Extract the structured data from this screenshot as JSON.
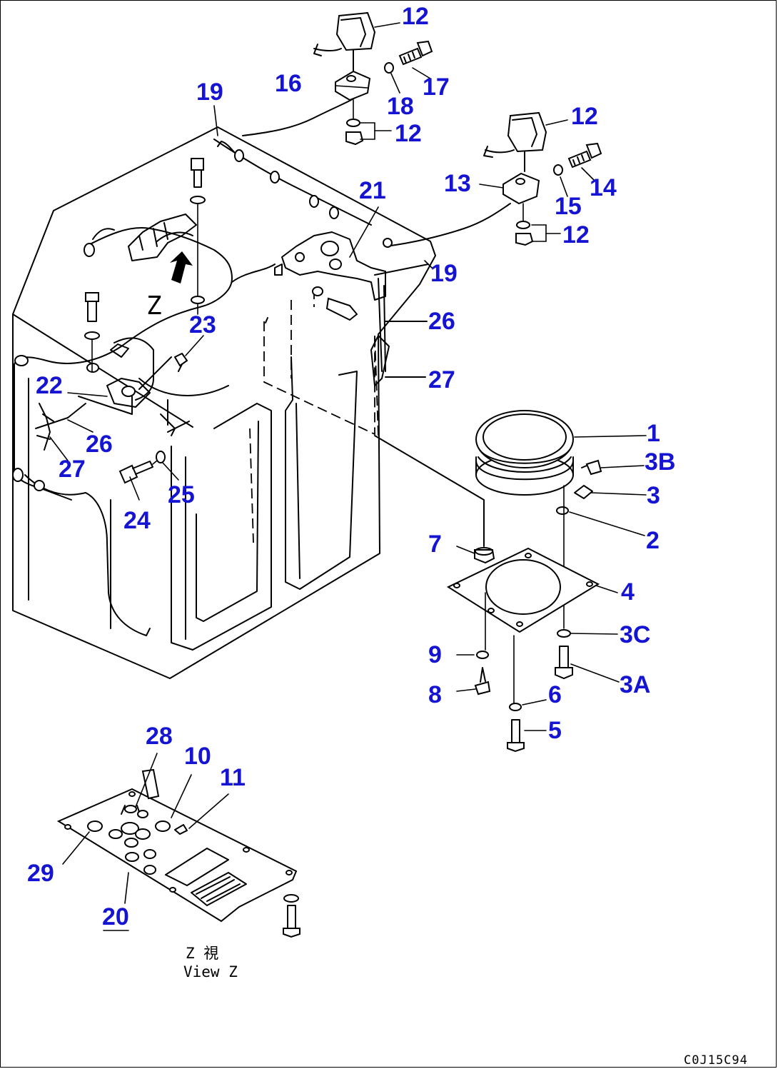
{
  "diagram": {
    "callouts": {
      "c1": "1",
      "c2": "2",
      "c3": "3",
      "c3A": "3A",
      "c3B": "3B",
      "c3C": "3C",
      "c4": "4",
      "c5": "5",
      "c6": "6",
      "c7": "7",
      "c8": "8",
      "c9": "9",
      "c10": "10",
      "c11": "11",
      "c12a": "12",
      "c12b": "12",
      "c12c": "12",
      "c12d": "12",
      "c13": "13",
      "c14": "14",
      "c15": "15",
      "c16": "16",
      "c17": "17",
      "c18": "18",
      "c19a": "19",
      "c19b": "19",
      "c20": "20",
      "c21": "21",
      "c22": "22",
      "c23": "23",
      "c24": "24",
      "c25": "25",
      "c26a": "26",
      "c26b": "26",
      "c27a": "27",
      "c27b": "27",
      "c28": "28",
      "c29": "29"
    },
    "view_caption_jp": "Z 視",
    "view_caption_en": "View Z",
    "z_marker": "Z",
    "drawing_code": "C0J15C94",
    "callout_color": "#1414d2"
  }
}
